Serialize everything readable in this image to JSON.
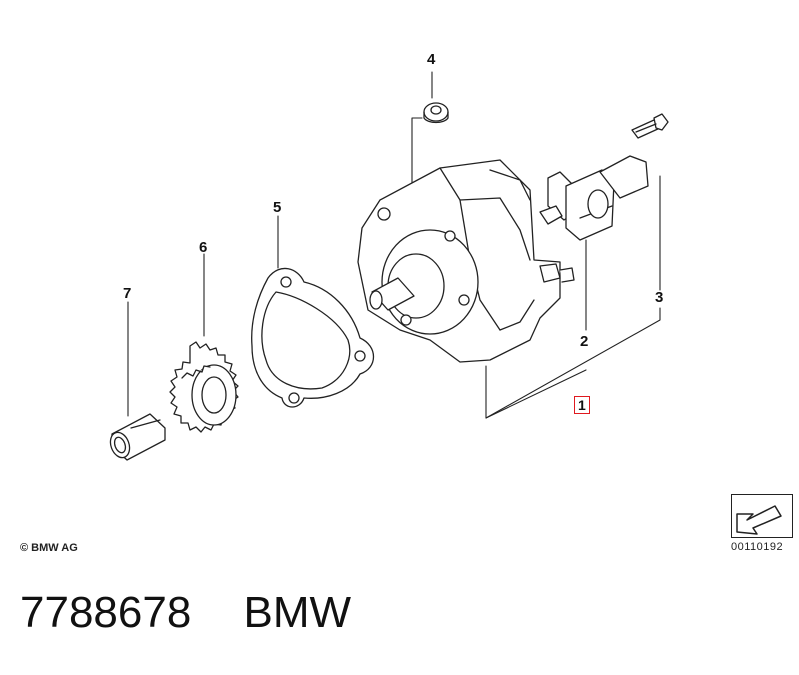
{
  "callouts": {
    "c1": "1",
    "c2": "2",
    "c3": "3",
    "c4": "4",
    "c5": "5",
    "c6": "6",
    "c7": "7"
  },
  "copyright": "© BMW AG",
  "diagram_code": "00110192",
  "footer": {
    "part_number": "7788678",
    "brand": "BMW"
  },
  "colors": {
    "line": "#222222",
    "highlight": "#e0191f"
  },
  "icons": {
    "nav": "arrow-direction-icon"
  }
}
